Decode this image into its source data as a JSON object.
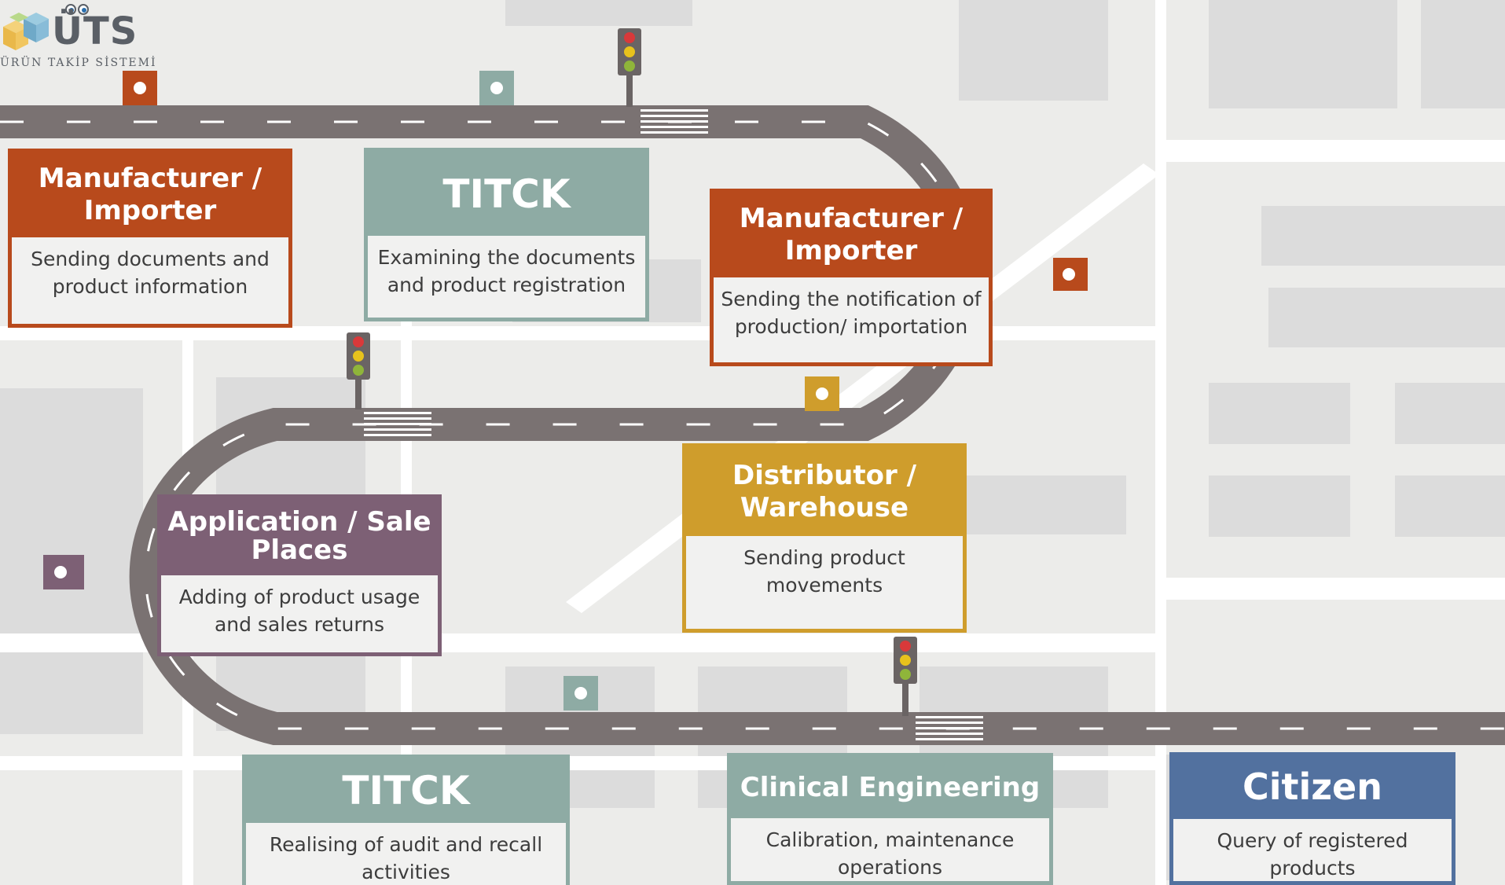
{
  "logo": {
    "mark": "ÜTS",
    "subtitle": "ÜRÜN TAKİP SİSTEMİ"
  },
  "colors": {
    "road": "#7a7272",
    "orange": "#b84a1c",
    "teal": "#8eaba4",
    "purple": "#7d6075",
    "gold": "#cf9d2c",
    "blue": "#52719f",
    "background": "#ececea",
    "block": "#dcdcdc"
  },
  "cards": [
    {
      "id": "manufacturer-1",
      "title": "Manufacturer / Importer",
      "description": "Sending documents and product information"
    },
    {
      "id": "titck-1",
      "title": "TITCK",
      "description": "Examining the documents and product registration"
    },
    {
      "id": "manufacturer-2",
      "title": "Manufacturer / Importer",
      "description": "Sending the notification of production/ importation"
    },
    {
      "id": "distributor",
      "title": "Distributor / Warehouse",
      "description": "Sending product movements"
    },
    {
      "id": "application",
      "title": "Application / Sale Places",
      "description": "Adding of product usage and sales returns"
    },
    {
      "id": "titck-2",
      "title": "TITCK",
      "description": "Realising of audit and recall activities"
    },
    {
      "id": "clinical",
      "title": "Clinical Engineering",
      "description": "Calibration, maintenance operations"
    },
    {
      "id": "citizen",
      "title": "Citizen",
      "description": "Query of registered products"
    }
  ]
}
